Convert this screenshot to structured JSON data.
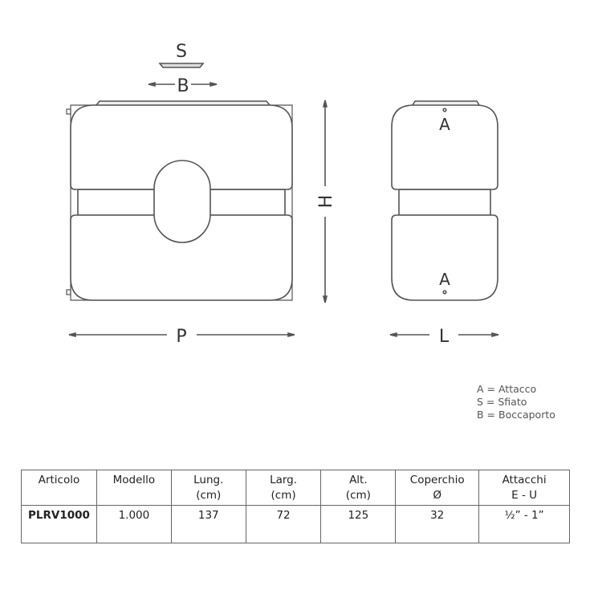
{
  "drawing": {
    "labels": {
      "vent": "S",
      "manhole": "B",
      "height": "H",
      "depth": "P",
      "width": "L",
      "attachment_top": "A",
      "attachment_bottom": "A"
    },
    "line_color": "#555555"
  },
  "legend": {
    "items": [
      "A = Attacco",
      "S = Sfiato",
      "B = Boccaporto"
    ]
  },
  "table": {
    "headers": [
      {
        "line1": "Articolo",
        "line2": ""
      },
      {
        "line1": "Modello",
        "line2": ""
      },
      {
        "line1": "Lung.",
        "line2": "(cm)"
      },
      {
        "line1": "Larg.",
        "line2": "(cm)"
      },
      {
        "line1": "Alt.",
        "line2": "(cm)"
      },
      {
        "line1": "Coperchio",
        "line2": "Ø"
      },
      {
        "line1": "Attacchi",
        "line2": "E - U"
      }
    ],
    "rows": [
      [
        "PLRV1000",
        "1.000",
        "137",
        "72",
        "125",
        "32",
        "½” - 1”"
      ]
    ]
  }
}
